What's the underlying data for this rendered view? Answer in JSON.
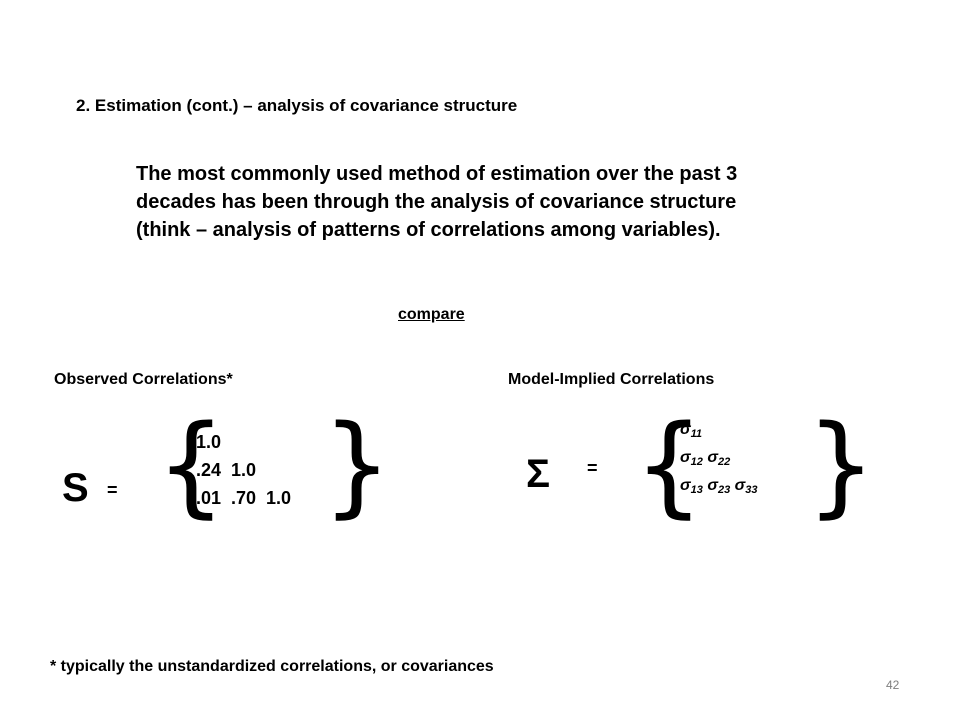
{
  "slide": {
    "heading": "2. Estimation (cont.) – analysis of covariance structure",
    "body_lines": [
      "The most commonly used method of estimation over the past 3",
      "decades has been through the analysis of covariance structure",
      "(think – analysis of patterns of correlations among variables)."
    ],
    "compare_label": "compare",
    "observed": {
      "label": "Observed Correlations*",
      "symbol": "S",
      "equals": "=",
      "left_brace": "{",
      "right_brace": "}",
      "rows": [
        "1.0",
        ".24  1.0",
        ".01  .70  1.0"
      ]
    },
    "implied": {
      "label": "Model-Implied Correlations",
      "symbol": "Σ",
      "equals": "=",
      "left_brace": "{",
      "right_brace": "}",
      "sigma_char": "σ",
      "subscripts": {
        "s11": "11",
        "s12": "12",
        "s22": "22",
        "s13": "13",
        "s23": "23",
        "s33": "33"
      }
    },
    "footnote": "* typically the unstandardized correlations, or covariances",
    "page_number": "42"
  }
}
